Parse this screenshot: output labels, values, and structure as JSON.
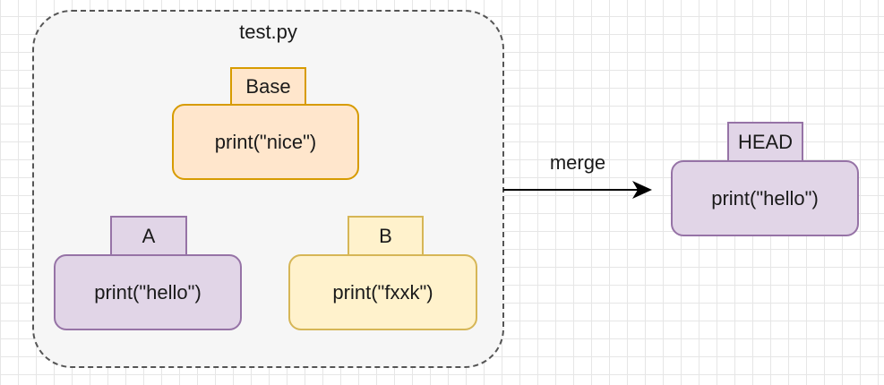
{
  "container": {
    "title": "test.py"
  },
  "base": {
    "tag": "Base",
    "code": "print(\"nice\")"
  },
  "branch_a": {
    "tag": "A",
    "code": "print(\"hello\")"
  },
  "branch_b": {
    "tag": "B",
    "code": "print(\"fxxk\")"
  },
  "merge": {
    "label": "merge"
  },
  "head": {
    "tag": "HEAD",
    "code": "print(\"hello\")"
  },
  "colors": {
    "base_fill": "#ffe6cc",
    "base_stroke": "#d79b00",
    "purple_fill": "#e1d5e7",
    "purple_stroke": "#9673a6",
    "yellow_fill": "#fff2cc",
    "yellow_stroke": "#d6b656",
    "container_fill": "#f6f6f6",
    "grid": "#e6e6e6"
  }
}
